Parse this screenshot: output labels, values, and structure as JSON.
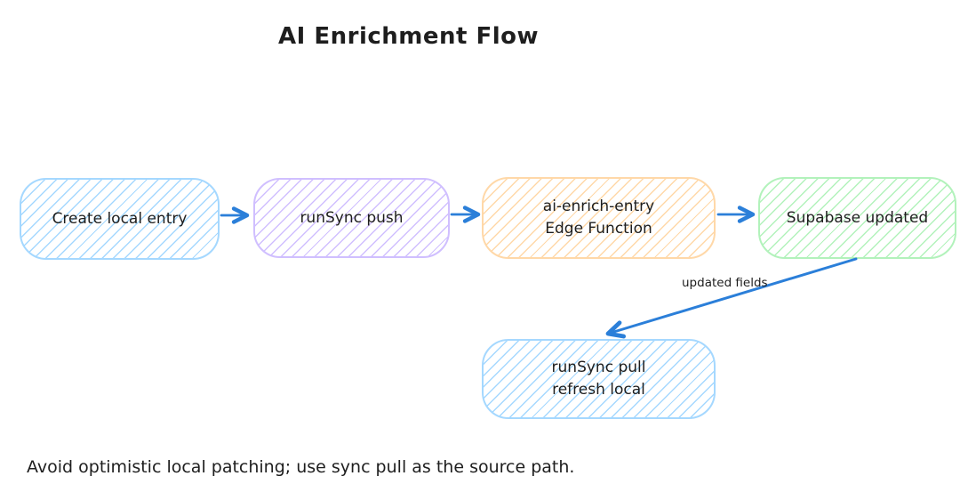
{
  "title": "AI Enrichment Flow",
  "nodes": {
    "create": {
      "label": "Create local entry",
      "color": "#a5d8ff"
    },
    "push": {
      "label": "runSync push",
      "color": "#d0bfff"
    },
    "edge": {
      "line1": "ai-enrich-entry",
      "line2": "Edge Function",
      "color": "#ffd8a8"
    },
    "supabase": {
      "label": "Supabase updated",
      "color": "#b2f2bb"
    },
    "pull": {
      "line1": "runSync pull",
      "line2": "refresh local",
      "color": "#a5d8ff"
    }
  },
  "edge_label": "updated fields",
  "footnote": "Avoid optimistic local patching; use sync pull as the source path.",
  "colors": {
    "arrow": "#2b7fd9",
    "text": "#1e1e1e"
  }
}
